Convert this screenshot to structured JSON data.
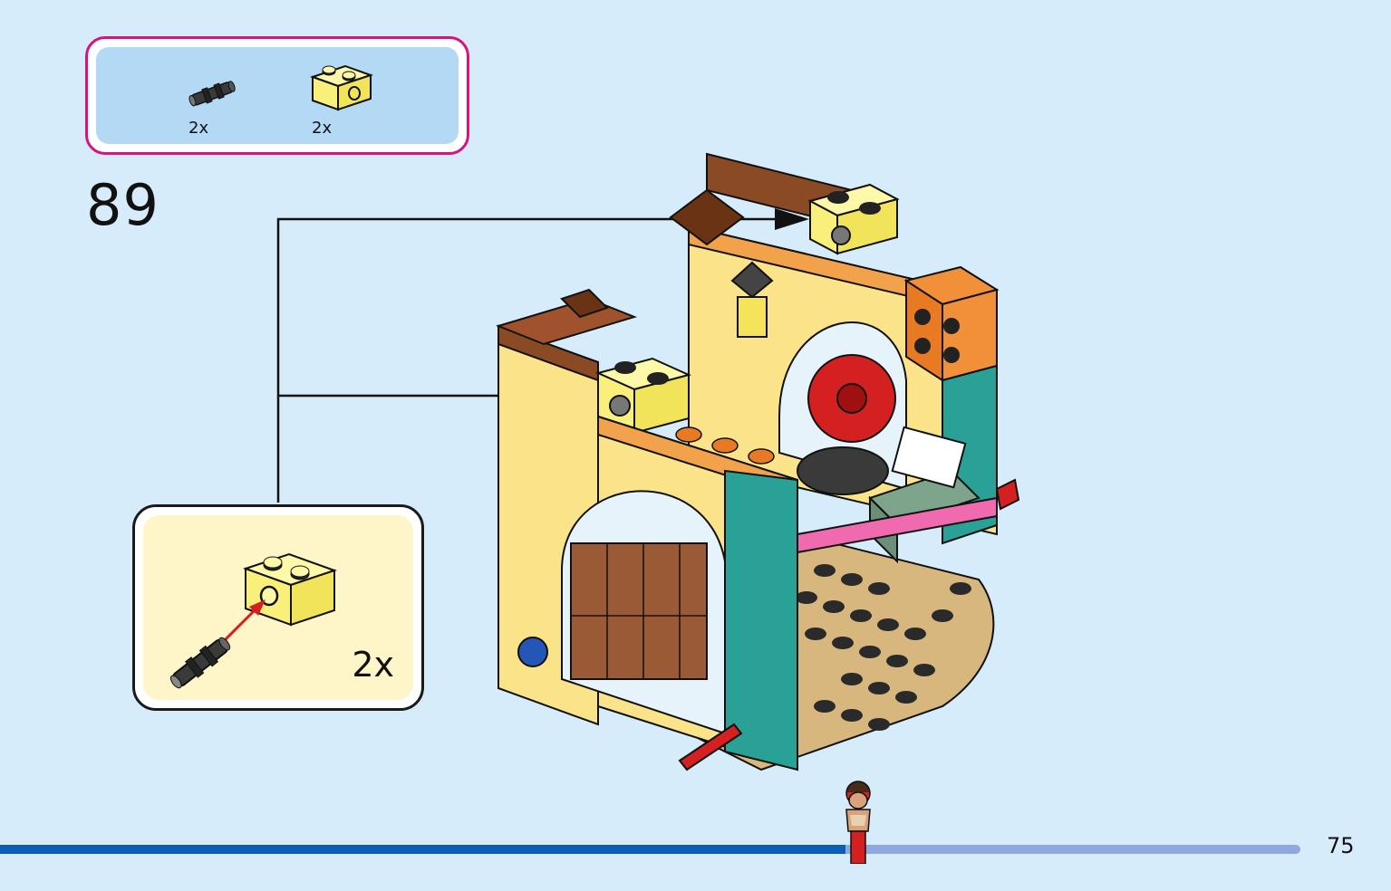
{
  "step": {
    "number": "89"
  },
  "parts_list": {
    "items": [
      {
        "name": "black-pin-with-axle",
        "qty": "2x",
        "icon": "pin-icon",
        "color": "#3a3a3a"
      },
      {
        "name": "yellow-technic-brick-1x2",
        "qty": "2x",
        "icon": "technic-brick-icon",
        "color": "#f8f07a"
      }
    ],
    "border_color": "#d9137e",
    "background_color": "#b3d9f5"
  },
  "callout": {
    "qty": "2x",
    "background_color": "#fef5c8"
  },
  "progress": {
    "fraction": 0.65
  },
  "page": {
    "number": "75"
  },
  "colors": {
    "background": "#d6ecfb",
    "progress_fill": "#0a5eb5",
    "progress_track": "#8fa8e0"
  }
}
